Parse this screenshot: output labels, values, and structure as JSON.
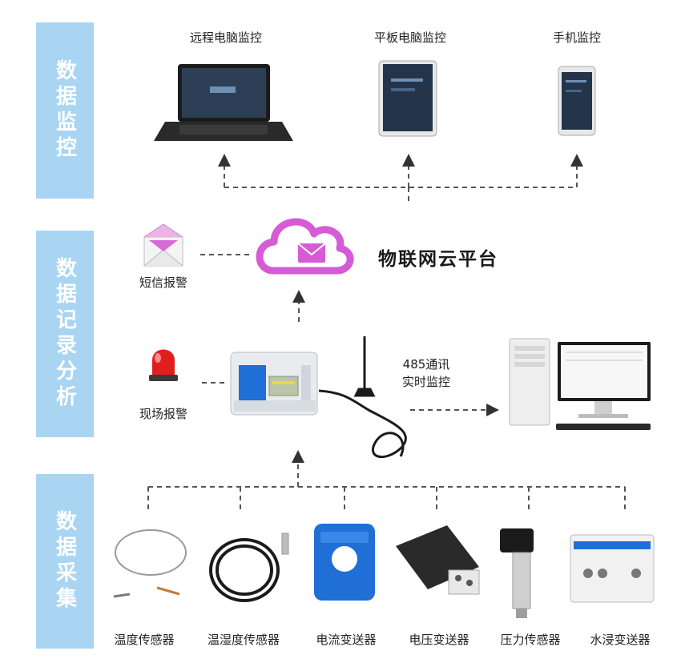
{
  "sections": [
    {
      "label": "数据监控"
    },
    {
      "label": "数据记录分析"
    },
    {
      "label": "数据采集"
    }
  ],
  "devices_top": [
    {
      "label": "远程电脑监控",
      "icon": "laptop-icon"
    },
    {
      "label": "平板电脑监控",
      "icon": "tablet-icon"
    },
    {
      "label": "手机监控",
      "icon": "phone-icon"
    }
  ],
  "cloud": {
    "label": "物联网云平台",
    "icon": "cloud-icon"
  },
  "sms_alarm": {
    "label": "短信报警",
    "icon": "envelope-icon"
  },
  "site_alarm": {
    "label": "现场报警",
    "icon": "alarm-light-icon"
  },
  "comm": {
    "line1": "485通讯",
    "line2": "实时监控"
  },
  "sensors": [
    {
      "label": "温度传感器",
      "icon": "temperature-probe-icon"
    },
    {
      "label": "温湿度传感器",
      "icon": "humidity-sensor-icon"
    },
    {
      "label": "电流变送器",
      "icon": "current-transmitter-icon"
    },
    {
      "label": "电压变送器",
      "icon": "voltage-transmitter-icon"
    },
    {
      "label": "压力传感器",
      "icon": "pressure-sensor-icon"
    },
    {
      "label": "水浸变送器",
      "icon": "water-leak-transmitter-icon"
    }
  ],
  "colors": {
    "section_bg": "#a9d5f3",
    "dashed_line": "#555555",
    "cloud": "#d65bd6",
    "transmitter_blue": "#1f6fd6"
  }
}
